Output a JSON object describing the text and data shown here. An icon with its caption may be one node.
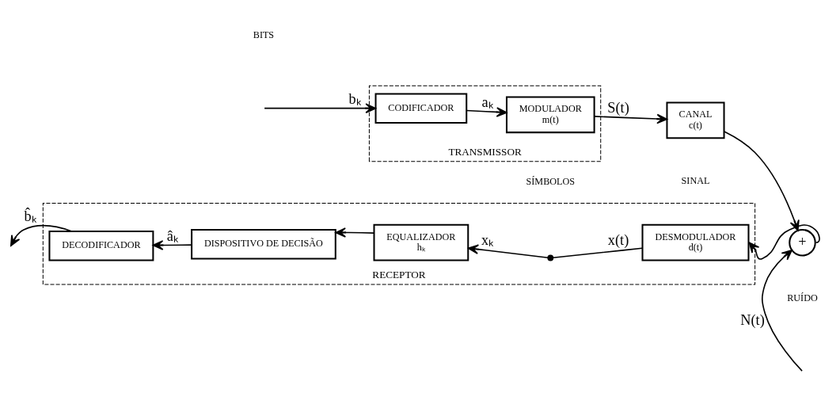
{
  "diagram": {
    "nodes": [
      {
        "text": [
          "TRANSMISSOR"
        ]
      },
      {
        "text": [
          "CODIFICADOR"
        ],
        "in": 0
      },
      {
        "text": [
          "MODULADOR",
          "m(t)"
        ],
        "in": 0
      },
      {
        "text": [
          "CANAL",
          "c(t)"
        ]
      },
      {
        "text": [
          "+"
        ]
      },
      {
        "text": [
          "RECEPTOR"
        ]
      },
      {
        "text": [
          "DESMODULADOR",
          "d(t)"
        ],
        "in": 5
      },
      {
        "text": [],
        "shape": "switch",
        "in": 5
      },
      {
        "text": [
          "EQUALIZADOR",
          "hₖ"
        ],
        "in": 5
      },
      {
        "text": [
          "DISPOSITIVO DE DECISÃO"
        ],
        "in": 5
      },
      {
        "text": [
          "DECODIFICADOR"
        ],
        "in": 5
      }
    ],
    "edges": [
      {
        "from": null,
        "to": 1,
        "arrow": "to",
        "label": "bₖ"
      },
      {
        "from": 1,
        "to": 2,
        "arrow": "to",
        "label": "aₖ"
      },
      {
        "from": 2,
        "to": 3,
        "arrow": "to",
        "label": "S(t)"
      },
      {
        "from": 3,
        "to": 4,
        "arrow": "to"
      },
      {
        "from": null,
        "to": 4,
        "arrow": "to",
        "label": "N(t)"
      },
      {
        "from": 4,
        "to": 6,
        "arrow": "to"
      },
      {
        "from": 6,
        "to": 7,
        "arrow": "none",
        "label": "x(t)"
      },
      {
        "from": 7,
        "to": 8,
        "arrow": "to",
        "label": "xₖ"
      },
      {
        "from": 8,
        "to": 9,
        "arrow": "to"
      },
      {
        "from": 9,
        "to": 10,
        "arrow": "to",
        "label": "âₖ"
      },
      {
        "from": 10,
        "to": null,
        "arrow": "to",
        "label": "b̂ₖ"
      }
    ],
    "labels": [
      "BITS",
      "SÍMBOLOS",
      "SINAL",
      "RUÍDO"
    ]
  }
}
